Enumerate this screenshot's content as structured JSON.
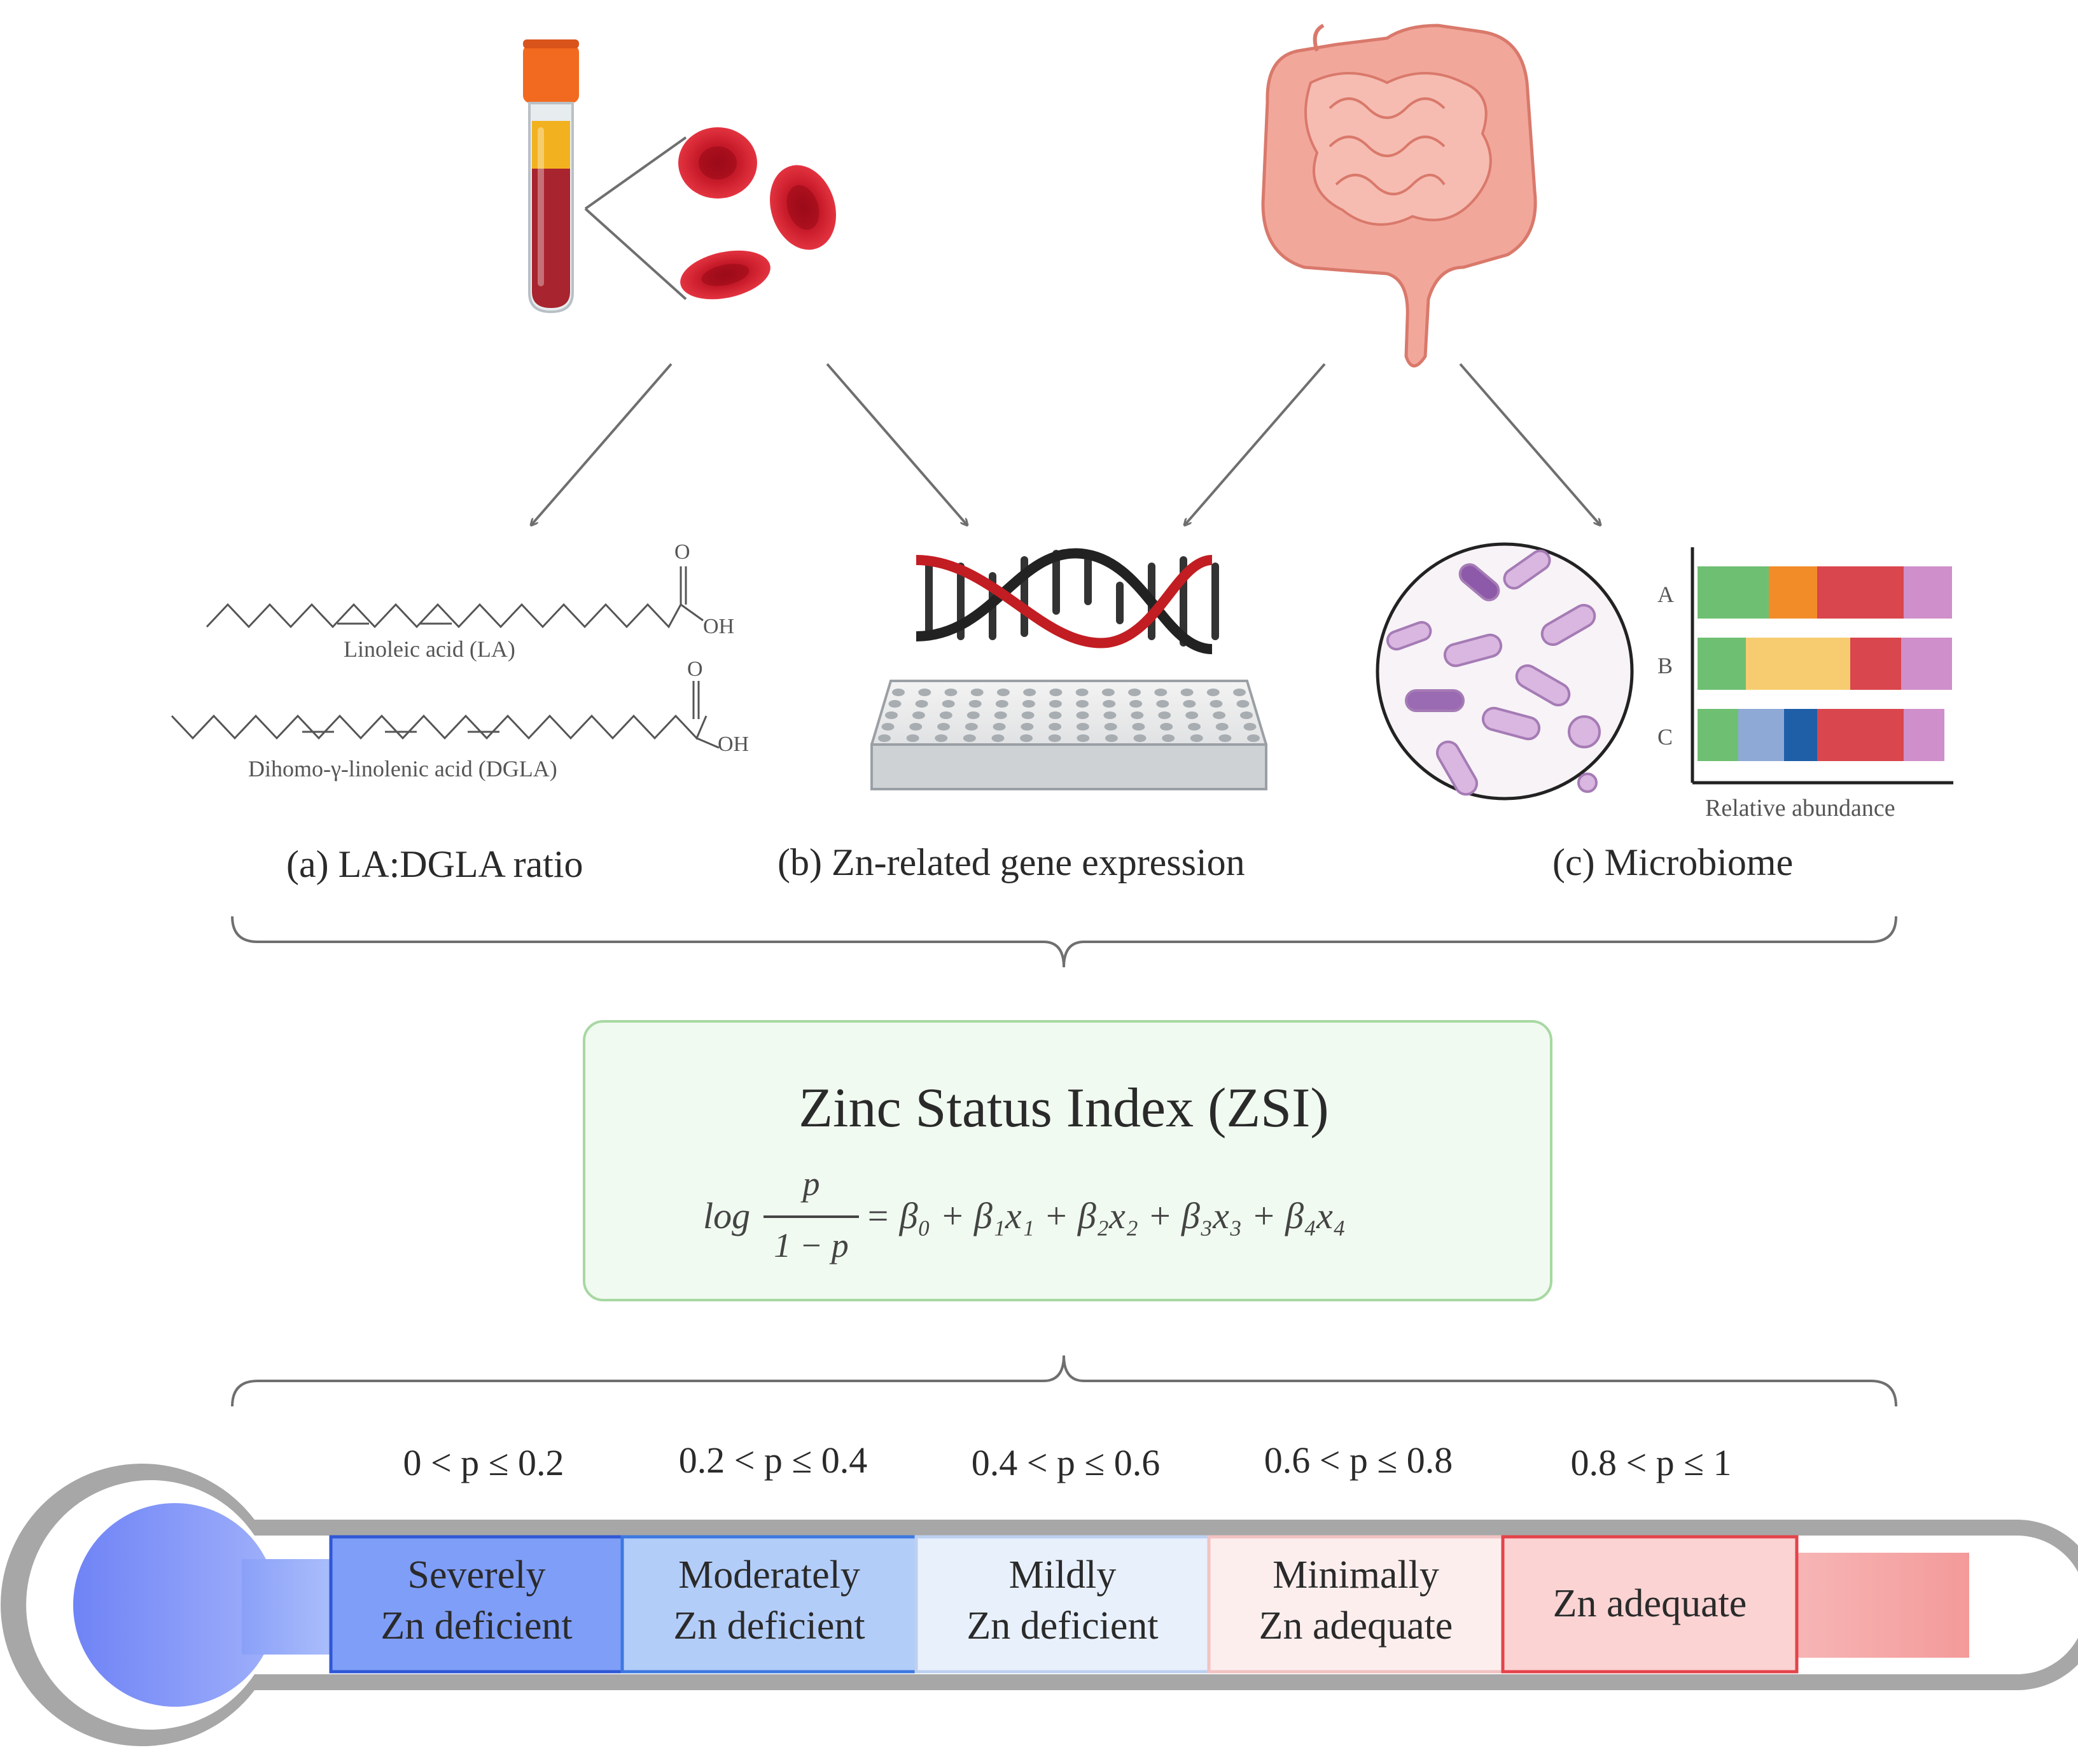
{
  "panels": {
    "a": {
      "label": "(a) LA:DGLA ratio",
      "molecule_1": "Linoleic acid (LA)",
      "molecule_2": "Dihomo-γ-linolenic acid (DGLA)",
      "oxygen": "O",
      "hydroxyl": "OH"
    },
    "b": {
      "label": "(b) Zn-related gene expression"
    },
    "c": {
      "label": "(c) Microbiome",
      "xlabel": "Relative abundance",
      "bars": [
        {
          "name": "A",
          "segments": [
            {
              "frac": 0.28,
              "color": "#6fbf73"
            },
            {
              "frac": 0.19,
              "color": "#f28c28"
            },
            {
              "frac": 0.34,
              "color": "#d9464d"
            },
            {
              "frac": 0.19,
              "color": "#cf8fca"
            }
          ]
        },
        {
          "name": "B",
          "segments": [
            {
              "frac": 0.19,
              "color": "#6fbf73"
            },
            {
              "frac": 0.41,
              "color": "#f7cc70"
            },
            {
              "frac": 0.2,
              "color": "#d9464d"
            },
            {
              "frac": 0.2,
              "color": "#cf8fca"
            }
          ]
        },
        {
          "name": "C",
          "segments": [
            {
              "frac": 0.16,
              "color": "#6fbf73"
            },
            {
              "frac": 0.18,
              "color": "#8fa9d6"
            },
            {
              "frac": 0.13,
              "color": "#1f5fa8"
            },
            {
              "frac": 0.34,
              "color": "#d9464d"
            },
            {
              "frac": 0.16,
              "color": "#cf8fca"
            }
          ]
        }
      ]
    }
  },
  "index": {
    "title": "Zinc Status Index (ZSI)",
    "formula": {
      "log": "log",
      "numerator": "p",
      "denominator": "1 − p",
      "rhs": "= β₀ + β₁x₁ + β₂x₂ + β₃x₃ + β₄x₄"
    }
  },
  "thermometer": {
    "ranges": [
      "0 < p ≤ 0.2",
      "0.2 < p ≤ 0.4",
      "0.4 < p ≤ 0.6",
      "0.6 < p ≤ 0.8",
      "0.8 < p ≤ 1"
    ],
    "categories": [
      {
        "line1": "Severely",
        "line2": "Zn deficient",
        "fill": "#7f9ef7",
        "border": "#2f57d6"
      },
      {
        "line1": "Moderately",
        "line2": "Zn deficient",
        "fill": "#b3cdf9",
        "border": "#3d78e0"
      },
      {
        "line1": "Mildly",
        "line2": "Zn deficient",
        "fill": "#e8f0fc",
        "border": "#bdd0f0"
      },
      {
        "line1": "Minimally",
        "line2": "Zn adequate",
        "fill": "#fdeeee",
        "border": "#f2c2c2"
      },
      {
        "line1": "Zn adequate",
        "line2": "",
        "fill": "#fbd3d3",
        "border": "#e4434a"
      }
    ]
  },
  "colors": {
    "arrow": "#6f6f6f",
    "box_fill": "#f0faf0",
    "box_border": "#a7d8a2",
    "blood": "#a8242e",
    "plasma": "#f2b21f",
    "cap": "#f26a1f",
    "intestine": "#f2a79b"
  }
}
